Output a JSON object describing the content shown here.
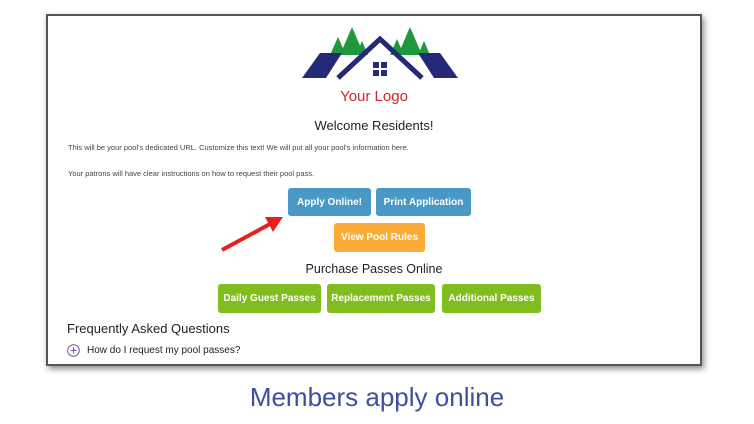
{
  "logo": {
    "text": "Your Logo"
  },
  "welcome": "Welcome Residents!",
  "intro": [
    "This will be your pool's dedicated URL.  Customize this text!  We will put all your pool's information here.",
    "Your patrons will have clear instructions on how to request their pool pass."
  ],
  "buttons": {
    "apply": "Apply Online!",
    "print": "Print Application",
    "rules": "View Pool Rules"
  },
  "purchase": {
    "title": "Purchase Passes Online",
    "buttons": [
      "Daily Guest Passes",
      "Replacement Passes",
      "Additional Passes"
    ]
  },
  "faq": {
    "title": "Frequently Asked Questions",
    "items": [
      "How do I request my pool passes?"
    ]
  },
  "caption": "Members apply online",
  "colors": {
    "blue": "#4a98c4",
    "orange": "#fbab38",
    "green": "#80bd1e",
    "caption": "#3d4f9e",
    "arrow": "#e8201c"
  }
}
